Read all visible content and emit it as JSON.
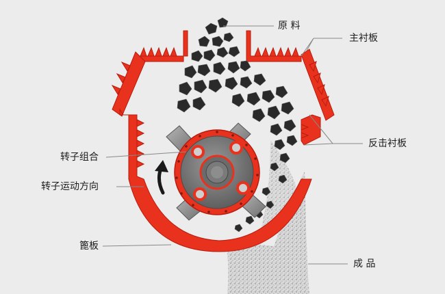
{
  "labels": {
    "raw_material": "原 料",
    "main_liner": "主衬板",
    "impact_liner": "反击衬板",
    "rotor_assembly": "转子组合",
    "rotation_direction": "转子运动方向",
    "screen_plate": "篦板",
    "product": "成 品"
  },
  "colors": {
    "housing": "#e8321e",
    "housing_edge": "#b81c0d",
    "rotor_gray": "#7d7d7d",
    "rock": "#2a2a2a",
    "leader": "#888888"
  }
}
